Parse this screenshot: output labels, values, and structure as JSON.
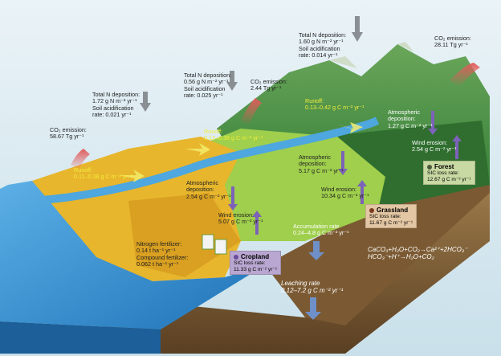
{
  "labels": {
    "forest_n": {
      "l1": "Total N deposition:",
      "l2": "1.60 g N m⁻² yr⁻¹",
      "l3": "Soil acidification",
      "l4": "rate: 0.014 yr⁻¹"
    },
    "forest_co2": {
      "l1": "CO₂ emission:",
      "l2": "28.11 Tg yr⁻¹"
    },
    "grass_n": {
      "l1": "Total N deposition:",
      "l2": "0.56 g N m⁻² yr⁻¹",
      "l3": "Soil acidification",
      "l4": "rate: 0.025 yr⁻¹"
    },
    "grass_co2": {
      "l1": "CO₂ emission:",
      "l2": "2.44 Tg yr⁻¹"
    },
    "crop_n": {
      "l1": "Total N deposition:",
      "l2": "1.72 g N m⁻² yr⁻¹",
      "l3": "Soil acidification",
      "l4": "rate: 0.021 yr⁻¹"
    },
    "crop_co2": {
      "l1": "CO₂ emission:",
      "l2": "58.67 Tg yr⁻¹"
    },
    "runoff_forest": {
      "l1": "Runoff:",
      "l2": "0.13–0.42 g C m⁻² yr⁻¹"
    },
    "runoff_grass": {
      "l1": "Runoff:",
      "l2": "0.12–0.38 g C m⁻² yr⁻¹"
    },
    "runoff_crop": {
      "l1": "Runoff:",
      "l2": "0.11–0.38 g C m⁻² yr⁻¹"
    },
    "atm_forest": {
      "l1": "Atmospheric",
      "l2": "deposition:",
      "l3": "1.27 g C m⁻² yr⁻¹"
    },
    "wind_forest": {
      "l1": "Wind erosion:",
      "l2": "2.54 g C m⁻² yr⁻¹"
    },
    "atm_grass": {
      "l1": "Atmospheric",
      "l2": "deposition:",
      "l3": "5.17 g C m⁻² yr⁻¹"
    },
    "wind_grass": {
      "l1": "Wind erosion:",
      "l2": "10.34 g C m⁻² yr⁻¹"
    },
    "atm_crop": {
      "l1": "Atmospheric",
      "l2": "deposition:",
      "l3": "2.54 g C m⁻² yr⁻¹"
    },
    "wind_crop": {
      "l1": "Wind erosion:",
      "l2": "5.07 g C m⁻² yr⁻¹"
    },
    "accum": {
      "l1": "Accumulation rate",
      "l2": "0.24–4.8 g C m⁻² yr⁻¹"
    },
    "fert": {
      "l1": "Nitrogen fertilizer:",
      "l2": "0.14 t ha⁻¹ yr⁻¹",
      "l3": "Compound fertilizer:",
      "l4": "0.062 t ha⁻¹ yr⁻¹"
    },
    "leach": {
      "l1": "Leaching rate",
      "l2": "0.12–7.2  g C m⁻² yr⁻¹"
    },
    "eq": {
      "l1": "CaCO₃+H₂O+CO₂→Ca²⁺+2HCO₃⁻",
      "l2": "HCO₃⁻+H⁺→H₂O+CO₂"
    }
  },
  "badges": {
    "forest": {
      "name": "Forest",
      "sub1": "SIC loss rate:",
      "sub2": "12.67 g C m⁻² yr⁻¹",
      "bg": "#c9d9a3",
      "dot": "#4b5a3a"
    },
    "grassland": {
      "name": "Grassland",
      "sub1": "SIC loss rate:",
      "sub2": "11.67 g C m⁻² yr⁻¹",
      "bg": "#e3c6a3",
      "dot": "#7a3b20"
    },
    "cropland": {
      "name": "Cropland",
      "sub1": "SIC loss rate:",
      "sub2": "11.33 g C m⁻² yr⁻¹",
      "bg": "#b9a7d1",
      "dot": "#6a4c9c"
    }
  },
  "colors": {
    "sky": "#d7e8ef",
    "water": "#2f8fd2",
    "crop": "#e8b52c",
    "grass": "#9ccd4a",
    "mountain": "#3f8b3c",
    "soil": "#8a6a3e",
    "arrow_grey": "#8a8f94",
    "arrow_red": "#e15a5a",
    "arrow_purple": "#7c62b8",
    "arrow_blue": "#6f8fc9",
    "arrow_yellow": "#f3ec6a"
  }
}
